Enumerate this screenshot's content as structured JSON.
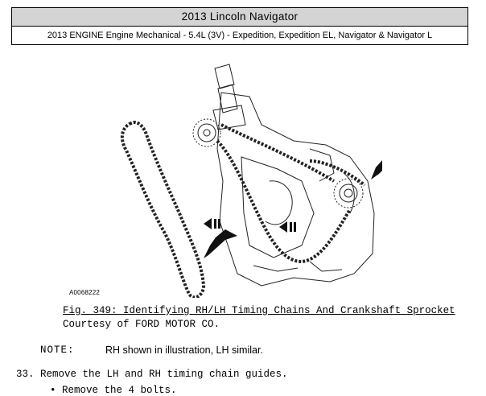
{
  "header": {
    "title": "2013 Lincoln Navigator",
    "subtitle": "2013 ENGINE Engine Mechanical - 5.4L (3V) - Expedition, Expedition EL, Navigator & Navigator L"
  },
  "figure": {
    "image_id": "A0068222",
    "caption_title": "Fig. 349: Identifying RH/LH Timing Chains And Crankshaft Sprocket",
    "caption_credit": "Courtesy of FORD MOTOR CO."
  },
  "note": {
    "label": "NOTE:",
    "text": "RH shown in illustration, LH similar."
  },
  "steps": [
    {
      "text": "33. Remove the LH and RH timing chain guides.",
      "bullets": [
        "• Remove the 4 bolts."
      ]
    }
  ]
}
